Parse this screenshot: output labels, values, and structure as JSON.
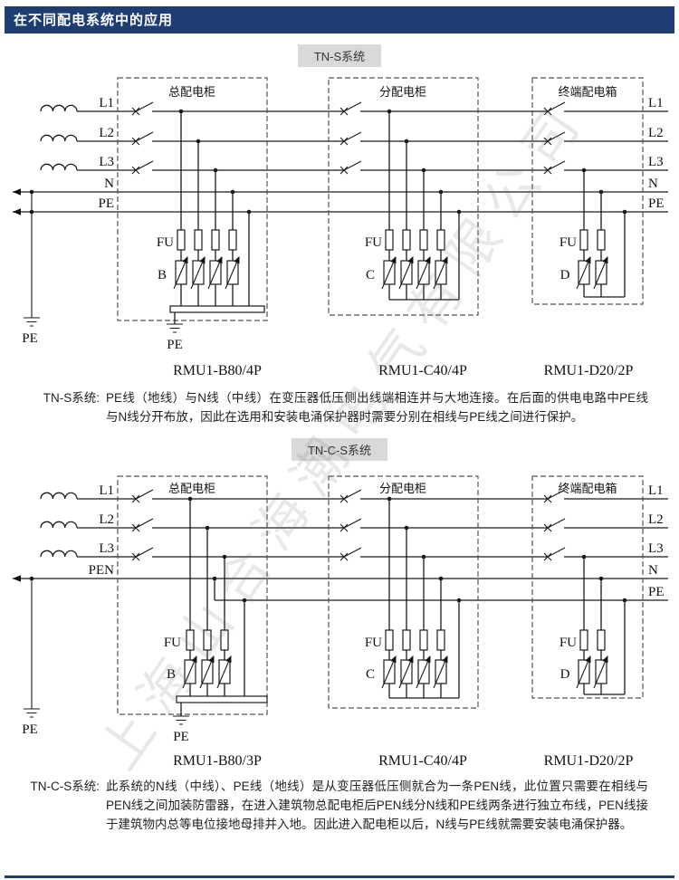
{
  "header": {
    "title": "在不同配电系统中的应用"
  },
  "watermark": "上海山合海潮电气有限公司",
  "tns": {
    "tag": "TN-S系统",
    "cabinet_main": "总配电柜",
    "cabinet_sub": "分配电柜",
    "cabinet_terminal": "终端配电箱",
    "left": {
      "l1": "L1",
      "l2": "L2",
      "l3": "L3",
      "n": "N",
      "pe": "PE"
    },
    "right": {
      "l1": "L1",
      "l2": "L2",
      "l3": "L3",
      "n": "N",
      "pe": "PE"
    },
    "fu_main": "FU",
    "fu_sub": "FU",
    "fu_terminal": "FU",
    "class_main": "B",
    "class_sub": "C",
    "class_terminal": "D",
    "ground_left": "PE",
    "ground_main": "PE",
    "product_main": "RMU1-B80/4P",
    "product_sub": "RMU1-C40/4P",
    "product_terminal": "RMU1-D20/2P",
    "desc_label": "TN-S系统:",
    "desc_text": "PE线（地线）与N线（中线）在变压器低压侧出线端相连并与大地连接。在后面的供电电路中PE线与N线分开布放，因此在选用和安装电涌保护器时需要分别在相线与PE线之间进行保护。"
  },
  "tncs": {
    "tag": "TN-C-S系统",
    "cabinet_main": "总配电柜",
    "cabinet_sub": "分配电柜",
    "cabinet_terminal": "终端配电箱",
    "left": {
      "l1": "L1",
      "l2": "L2",
      "l3": "L3",
      "pen": "PEN"
    },
    "right": {
      "l1": "L1",
      "l2": "L2",
      "l3": "L3",
      "n": "N",
      "pe": "PE"
    },
    "fu_main": "FU",
    "fu_sub": "FU",
    "fu_terminal": "FU",
    "class_main": "B",
    "class_sub": "C",
    "class_terminal": "D",
    "ground_left": "PE",
    "ground_main": "PE",
    "product_main": "RMU1-B80/3P",
    "product_sub": "RMU1-C40/4P",
    "product_terminal": "RMU1-D20/2P",
    "desc_label": "TN-C-S系统:",
    "desc_text": "此系统的N线（中线）、PE线（地线）是从变压器低压侧就合为一条PEN线，此位置只需要在相线与PEN线之间加装防雷器，在进入建筑物总配电柜后PEN线分N线和PE线两条进行独立布线，PEN线接于建筑物内总等电位接地母排并入地。因此进入配电柜以后，N线与PE线就需要安装电涌保护器。"
  }
}
